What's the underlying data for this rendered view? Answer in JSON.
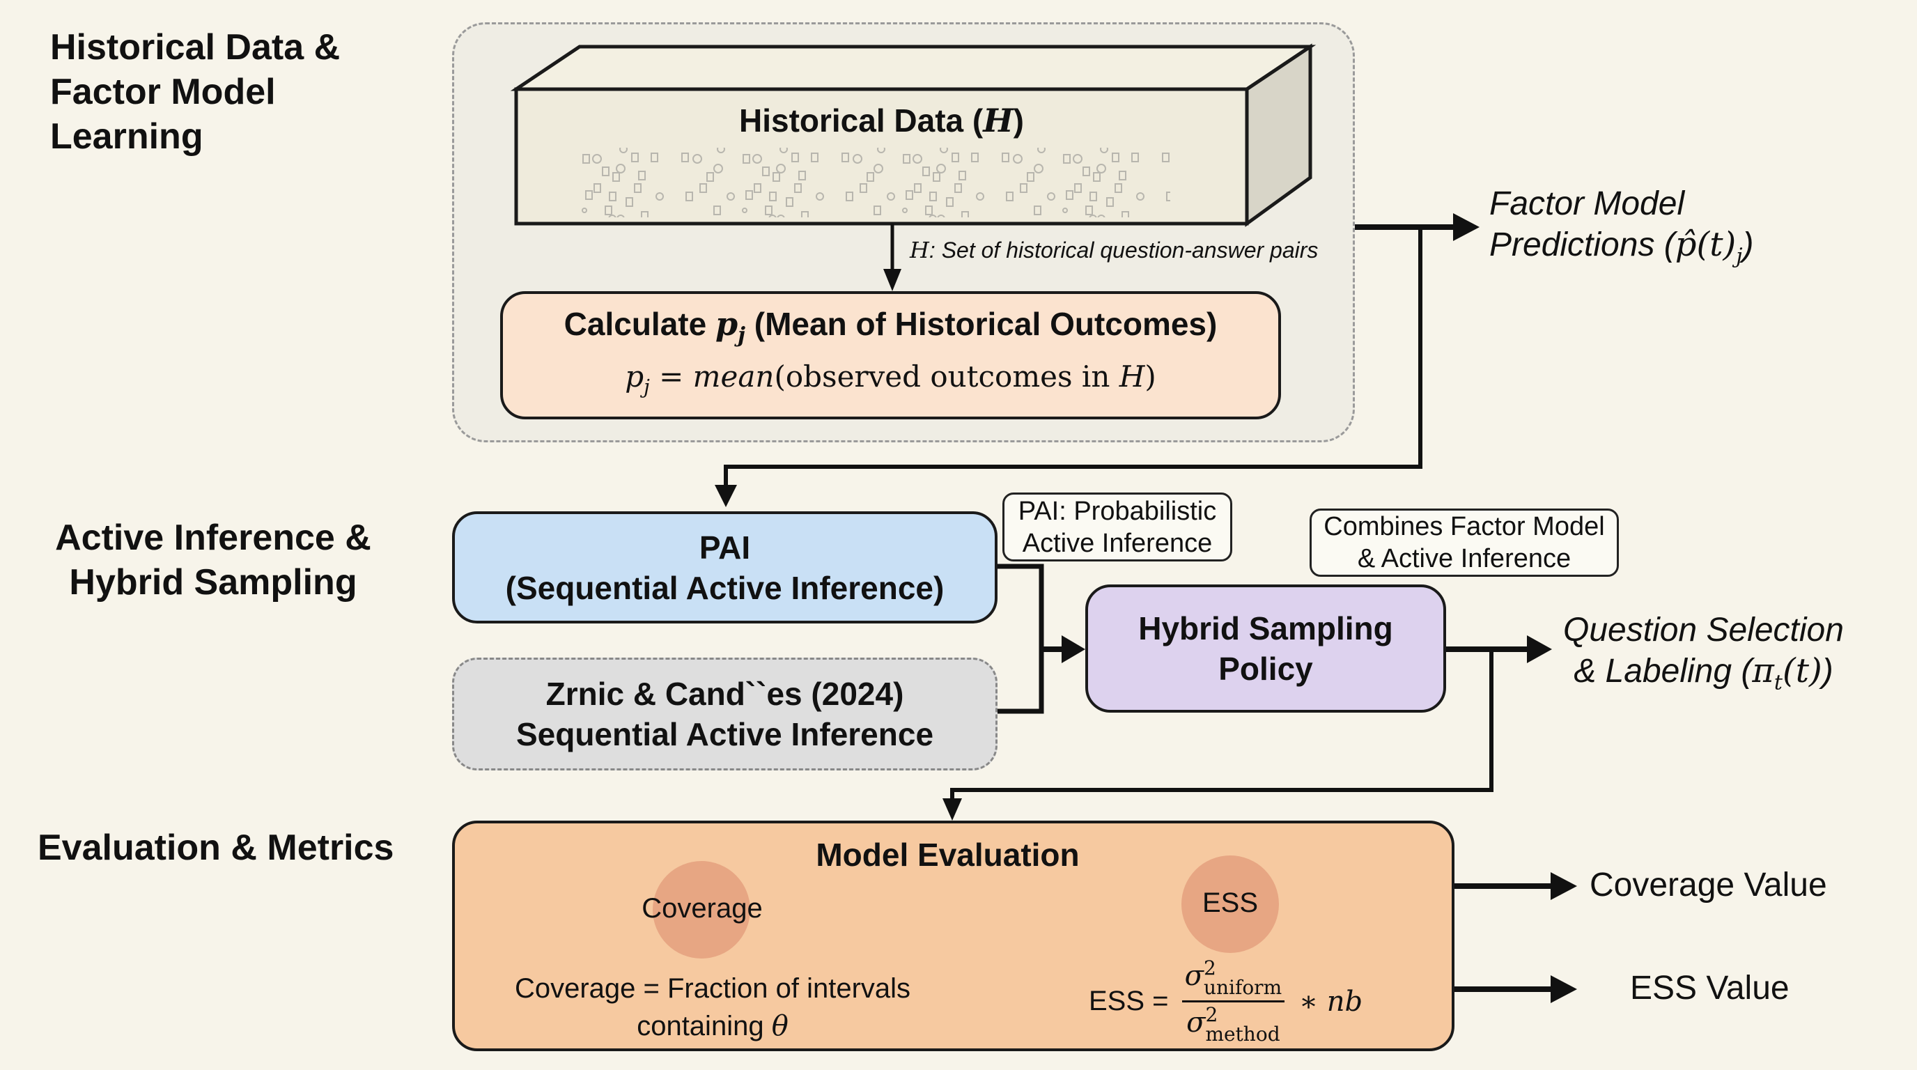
{
  "sections": {
    "historical": [
      "Historical Data &",
      "Factor Model",
      "Learning"
    ],
    "active": [
      "Active Inference &",
      "Hybrid Sampling"
    ],
    "evaluation": "Evaluation & Metrics"
  },
  "historical_data": {
    "title": "Historical Data (",
    "symbol": "H",
    "title_end": ")",
    "caption_symbol": "H",
    "caption": ": Set of historical question-answer pairs"
  },
  "calculate": {
    "title_pre": "Calculate ",
    "title_var": "p",
    "title_sub": "j",
    "title_post": " (Mean of Historical Outcomes)",
    "formula_var": "p",
    "formula_sub": "j",
    "formula_eq": " = ",
    "formula_fn": "mean",
    "formula_arg": "(observed outcomes in ",
    "formula_H": "H",
    "formula_close": ")"
  },
  "factor_output": {
    "line1": "Factor Model",
    "line2": "Predictions (",
    "math": "p̂(t)",
    "sub": "j",
    "close": ")"
  },
  "pai": {
    "line1": "PAI",
    "line2": "(Sequential Active Inference)"
  },
  "pai_note": {
    "line1": "PAI: Probabilistic",
    "line2": "Active Inference"
  },
  "zrnic": {
    "line1": "Zrnic & Cand``es (2024)",
    "line2": "Sequential Active Inference"
  },
  "hybrid": {
    "line1": "Hybrid Sampling",
    "line2": "Policy"
  },
  "hybrid_note": {
    "line1": "Combines Factor Model",
    "line2": "& Active Inference"
  },
  "question_output": {
    "line1": "Question Selection",
    "line2": "& Labeling (",
    "math": "π",
    "sub": "t",
    "math2": "(t)",
    "close": ")"
  },
  "evaluation": {
    "title": "Model Evaluation",
    "coverage_circle": "Coverage",
    "ess_circle": "ESS",
    "coverage_formula_1": "Coverage = Fraction of intervals",
    "coverage_formula_2": "containing ",
    "coverage_theta": "θ",
    "ess_lhs": "ESS = ",
    "ess_num": "σ",
    "ess_num_sup": "2",
    "ess_num_sub": "uniform",
    "ess_den": "σ",
    "ess_den_sup": "2",
    "ess_den_sub": "method",
    "ess_rhs": " ∗ nb"
  },
  "outputs": {
    "coverage": "Coverage Value",
    "ess": "ESS Value"
  },
  "colors": {
    "background": "#f7f4ea",
    "calculate_fill": "#fbe3cf",
    "pai_fill": "#c9e0f5",
    "zrnic_fill": "#dedede",
    "hybrid_fill": "#ddd2ee",
    "evaluation_fill": "#f6c9a0",
    "circle_fill": "#e4a07e"
  }
}
